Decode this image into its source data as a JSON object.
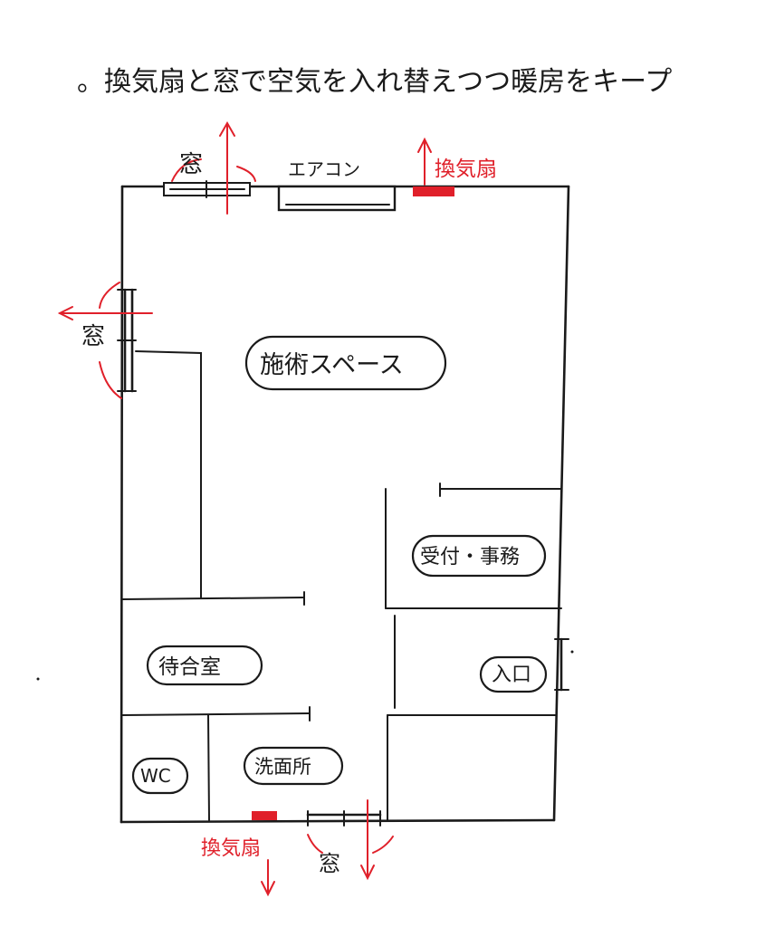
{
  "title": "。換気扇と窓で空気を入れ替えつつ暖房をキープ",
  "labels": {
    "window_top": "窓",
    "aircon": "エアコン",
    "fan_top": "換気扇",
    "window_left": "窓",
    "treatment_space": "施術スペース",
    "reception_office": "受付・事務",
    "entrance": "入口",
    "waiting_room": "待合室",
    "wc": "WC",
    "washroom": "洗面所",
    "fan_bottom": "換気扇",
    "window_bottom": "窓"
  },
  "colors": {
    "ink": "#1a1a1a",
    "accent_red": "#e0202a",
    "paper": "#ffffff"
  }
}
